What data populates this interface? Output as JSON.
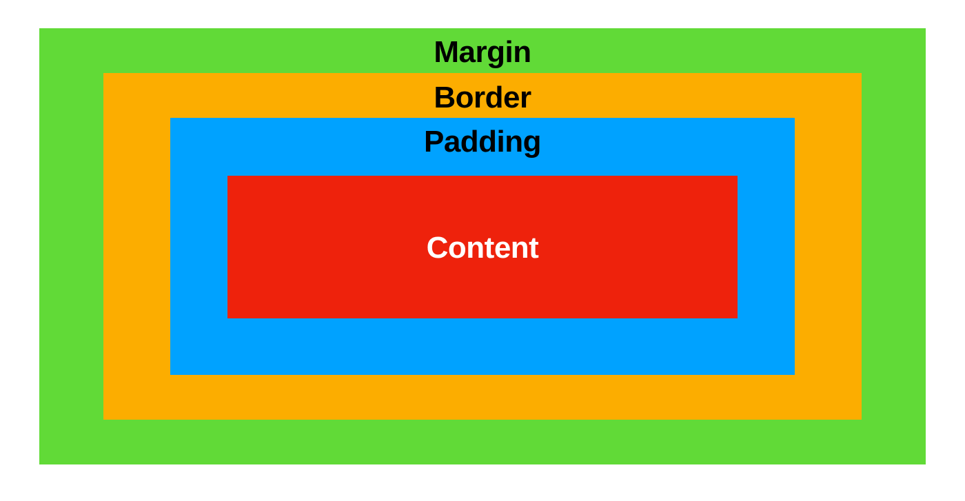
{
  "layers": {
    "margin": {
      "label": "Margin",
      "color": "#61DA37",
      "text_color": "#000000"
    },
    "border": {
      "label": "Border",
      "color": "#FCAD00",
      "text_color": "#000000"
    },
    "padding": {
      "label": "Padding",
      "color": "#00A2FF",
      "text_color": "#000000"
    },
    "content": {
      "label": "Content",
      "color": "#EE220C",
      "text_color": "#FFFFFF"
    }
  }
}
